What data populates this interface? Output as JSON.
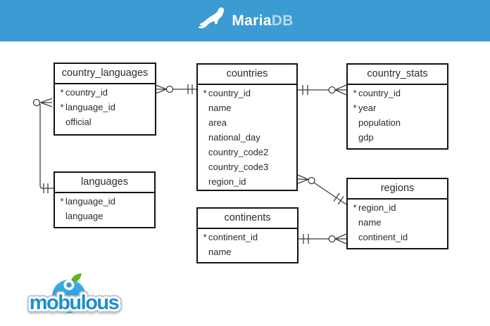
{
  "header": {
    "brand_maria": "Maria",
    "brand_db": "DB",
    "logo_icon": "mariadb-seal-icon"
  },
  "tables": [
    {
      "title": "country_languages",
      "fields": [
        "* country_id",
        "* language_id",
        "official"
      ]
    },
    {
      "title": "countries",
      "fields": [
        "* country_id",
        "name",
        "area",
        "national_day",
        "country_code2",
        "country_code3",
        "region_id"
      ]
    },
    {
      "title": "country_stats",
      "fields": [
        "* country_id",
        "* year",
        "population",
        "gdp"
      ]
    },
    {
      "title": "languages",
      "fields": [
        "* language_id",
        "language"
      ]
    },
    {
      "title": "continents",
      "fields": [
        "* continent_id",
        "name"
      ]
    },
    {
      "title": "regions",
      "fields": [
        "* region_id",
        "name",
        "continent_id"
      ]
    }
  ],
  "relations": [
    {
      "from": "countries",
      "to": "country_languages",
      "from_cardinality": "exactly-one",
      "to_cardinality": "zero-or-many"
    },
    {
      "from": "countries",
      "to": "country_stats",
      "from_cardinality": "exactly-one",
      "to_cardinality": "zero-or-many"
    },
    {
      "from": "languages",
      "to": "country_languages",
      "from_cardinality": "exactly-one",
      "to_cardinality": "zero-or-many"
    },
    {
      "from": "regions",
      "to": "countries",
      "from_cardinality": "exactly-one",
      "to_cardinality": "zero-or-many"
    },
    {
      "from": "continents",
      "to": "regions",
      "from_cardinality": "exactly-one",
      "to_cardinality": "zero-or-many"
    }
  ],
  "footer_logo": {
    "text": "mobulous"
  },
  "colors": {
    "header_bg": "#3d9bd4",
    "box_border": "#141414",
    "box_text": "#2b2b2b",
    "line": "#3f3f3f",
    "mobulous_blue": "#1e8fd0",
    "mobulous_blue_light": "#3fb0e8",
    "mobulous_green": "#5ab523",
    "white": "#ffffff"
  }
}
